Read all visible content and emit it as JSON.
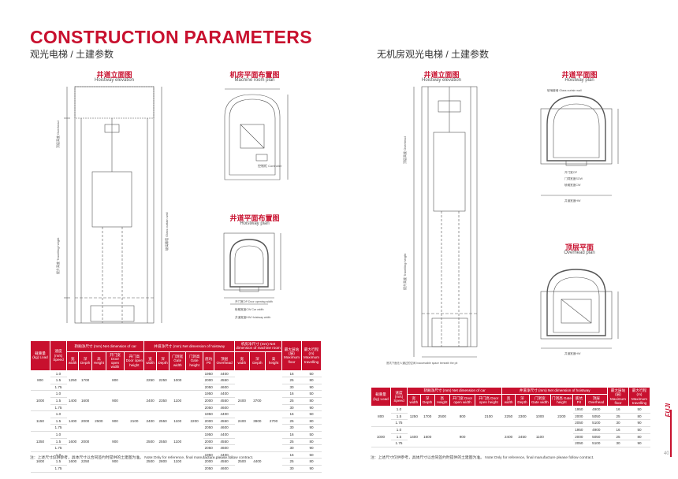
{
  "header": {
    "title": "CONSTRUCTION PARAMETERS",
    "subtitle_left": "观光电梯 / 土建参数",
    "subtitle_right": "无机房观光电梯 / 土建参数"
  },
  "diagrams": {
    "hoistway_elevation_left": {
      "title_cn": "井道立面图",
      "title_en": "Hoistway elevation"
    },
    "machine_room_plan": {
      "title_cn": "机房平面布置图",
      "title_en": "Machine room plan"
    },
    "hoistway_plan_left": {
      "title_cn": "井道平面布置图",
      "title_en": "Hoistway plan"
    },
    "hoistway_elevation_right": {
      "title_cn": "井道立面图",
      "title_en": "Hoistway elevation"
    },
    "hoistway_plan_right": {
      "title_cn": "井道平面图",
      "title_en": "Hoistway plan"
    },
    "overhead_plan": {
      "title_cn": "顶层平面",
      "title_en": "Overhead plan"
    }
  },
  "diagram_labels": {
    "machine_room_width": "机房宽度MRW Machine room width",
    "controller": "控制柜 Controller",
    "glass_curtain": "玻璃幕墙 Glass curtain wall (at the clients' own expense)",
    "door_opening": "开门宽OP Door opening width",
    "door_entrance": "门洞宽度SOW Door entrance width",
    "car_width": "轿厢宽度CW Car width",
    "hoistway_width": "井道宽度HW Hoistway width",
    "overhead": "顶层高度 Overhead",
    "pit_depth": "底坑深度 Pit depth",
    "travelling_height": "提升高度 Travelling height",
    "space_below": "底坑下面无人通过的空间 Inaccessible space beneath the pit"
  },
  "left_table": {
    "headers": {
      "load": "载重量 (kg) Load",
      "speed": "速度 (m/s) Speed",
      "car": "轿厢净尺寸 (mm) Net dimension of car",
      "hoistway": "井道净尺寸 (mm) Net dimension of hoistway",
      "machine_room": "机房净尺寸 (mm) Net dimension of machine room",
      "max_floor": "最大层站 (层) Maximum floor",
      "max_travel": "最大行程 (m) Maximum travelling"
    },
    "subheaders": [
      "宽 width",
      "深 Depth",
      "高 Height",
      "开门宽 Door open width",
      "开门高 Door open height",
      "宽 width",
      "深 Depth",
      "门洞宽 Gate width",
      "门洞高 Gate height",
      "底坑 Pit",
      "顶层 Overhead",
      "宽 width",
      "深 Depth",
      "高 height"
    ],
    "groups": [
      {
        "load": "800",
        "car": [
          "1250",
          "1700",
          "",
          "800",
          ""
        ],
        "hoistway": [
          "2250",
          "2250",
          "1000",
          ""
        ],
        "machine": [
          "",
          "",
          ""
        ],
        "rows": [
          [
            "1.0",
            "1950",
            "4400",
            "16",
            "50"
          ],
          [
            "1.5",
            "2000",
            "4550",
            "25",
            "80"
          ],
          [
            "1.75",
            "2050",
            "4600",
            "30",
            "90"
          ]
        ]
      },
      {
        "load": "1000",
        "car": [
          "1400",
          "1600",
          "",
          "900",
          ""
        ],
        "hoistway": [
          "2400",
          "2350",
          "1100",
          ""
        ],
        "machine": [
          "2400",
          "3700",
          ""
        ],
        "rows": [
          [
            "1.0",
            "1950",
            "4400",
            "16",
            "50"
          ],
          [
            "1.5",
            "2000",
            "4550",
            "25",
            "80"
          ],
          [
            "1.75",
            "2050",
            "4600",
            "30",
            "90"
          ]
        ]
      },
      {
        "load": "1150",
        "car": [
          "1400",
          "2000",
          "2500",
          "900",
          "2100"
        ],
        "hoistway": [
          "2400",
          "2550",
          "1100",
          "2200"
        ],
        "machine": [
          "2400",
          "3900",
          "2700"
        ],
        "rows": [
          [
            "1.0",
            "1950",
            "4400",
            "16",
            "50"
          ],
          [
            "1.5",
            "2000",
            "4550",
            "25",
            "80"
          ],
          [
            "1.75",
            "2050",
            "4600",
            "30",
            "90"
          ]
        ]
      },
      {
        "load": "1350",
        "car": [
          "1600",
          "2000",
          "",
          "900",
          ""
        ],
        "hoistway": [
          "2500",
          "2550",
          "1100",
          ""
        ],
        "machine": [
          "",
          "",
          ""
        ],
        "rows": [
          [
            "1.0",
            "1950",
            "4400",
            "16",
            "50"
          ],
          [
            "1.5",
            "2000",
            "4550",
            "25",
            "80"
          ],
          [
            "1.75",
            "2050",
            "4600",
            "30",
            "90"
          ]
        ]
      },
      {
        "load": "1600",
        "car": [
          "1600",
          "2250",
          "",
          "900",
          ""
        ],
        "hoistway": [
          "2500",
          "2800",
          "1100",
          ""
        ],
        "machine": [
          "2500",
          "4400",
          ""
        ],
        "rows": [
          [
            "1.0",
            "1950",
            "4400",
            "16",
            "50"
          ],
          [
            "1.5",
            "2000",
            "4550",
            "25",
            "80"
          ],
          [
            "1.75",
            "2050",
            "4600",
            "30",
            "90"
          ]
        ]
      }
    ],
    "note": "注：上述尺寸仅供参考，具体尺寸以合同签约时提供的土建图为准。 Note:Only for reference, final manufacture please follow contract."
  },
  "right_table": {
    "headers": {
      "load": "载重量 (kg) Load",
      "speed": "速度 (m/s) Speed",
      "car": "轿厢净尺寸 (mm) Net dimension of car",
      "hoistway": "井道净尺寸 (mm) Net dimension of hoistway",
      "max_floor": "最大层站 (层) Maximum floor",
      "max_travel": "最大行程 (m) Maximum travelling"
    },
    "subheaders": [
      "宽 width",
      "深 Depth",
      "高 Height",
      "开门宽 Door open width",
      "开门高 Door open height",
      "宽 width",
      "深 Depth",
      "门洞宽 Gate width",
      "门洞高 Gate height",
      "底坑 Pit",
      "顶层 Overhead"
    ],
    "groups": [
      {
        "load": "800",
        "car": [
          "1250",
          "1700",
          "2500",
          "800",
          "2100"
        ],
        "hoistway": [
          "2250",
          "2300",
          "1000",
          "2200"
        ],
        "rows": [
          [
            "1.0",
            "1950",
            "4900",
            "16",
            "50"
          ],
          [
            "1.5",
            "2000",
            "5050",
            "25",
            "80"
          ],
          [
            "1.75",
            "2050",
            "5100",
            "30",
            "90"
          ]
        ]
      },
      {
        "load": "1000",
        "car": [
          "1400",
          "1600",
          "",
          "900",
          ""
        ],
        "hoistway": [
          "2400",
          "2450",
          "1100",
          ""
        ],
        "rows": [
          [
            "1.0",
            "1950",
            "4900",
            "16",
            "50"
          ],
          [
            "1.5",
            "2000",
            "5050",
            "25",
            "80"
          ],
          [
            "1.75",
            "2050",
            "5100",
            "30",
            "90"
          ]
        ]
      }
    ],
    "note": "注：上述尺寸仅供参考，具体尺寸以合同签约时提供的土建图为准。 Note:Only for reference, final manufacture please follow contract."
  },
  "footer": {
    "brand": "FUJI",
    "page_number": "40"
  },
  "colors": {
    "accent": "#c8102e",
    "line": "#555555"
  }
}
